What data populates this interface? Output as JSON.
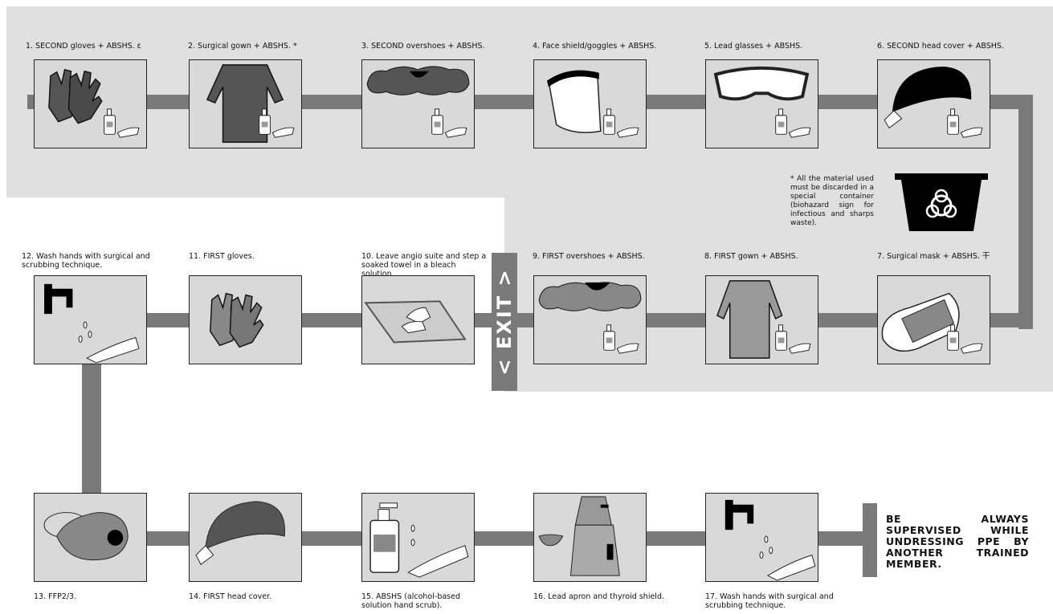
{
  "steps": [
    {
      "num": "1.",
      "label": "SECOND gloves + ABSHS. ε",
      "icon": "gloves-icon"
    },
    {
      "num": "2.",
      "label": "Surgical gown + ABSHS. *",
      "icon": "gown-icon"
    },
    {
      "num": "3.",
      "label": "SECOND overshoes + ABSHS.",
      "icon": "overshoes-icon"
    },
    {
      "num": "4.",
      "label": "Face shield/goggles + ABSHS.",
      "icon": "face-shield-icon"
    },
    {
      "num": "5.",
      "label": "Lead glasses + ABSHS.",
      "icon": "goggles-icon"
    },
    {
      "num": "6.",
      "label": "SECOND head cover + ABSHS.",
      "icon": "head-cover-icon"
    },
    {
      "num": "7.",
      "label": "Surgical mask + ABSHS. 干",
      "icon": "surgical-mask-icon"
    },
    {
      "num": "8.",
      "label": "FIRST gown + ABSHS.",
      "icon": "gown-icon"
    },
    {
      "num": "9.",
      "label": "FIRST overshoes + ABSHS.",
      "icon": "overshoes-icon"
    },
    {
      "num": "10.",
      "label": "Leave angio suite and step a soaked towel in a bleach solution.",
      "icon": "towel-icon"
    },
    {
      "num": "11.",
      "label": "FIRST gloves.",
      "icon": "gloves-icon"
    },
    {
      "num": "12.",
      "label": "Wash hands with surgical and scrubbing technique.",
      "icon": "faucet-icon"
    },
    {
      "num": "13.",
      "label": "FFP2/3.",
      "icon": "respirator-icon"
    },
    {
      "num": "14.",
      "label": "FIRST head cover.",
      "icon": "head-cover-icon"
    },
    {
      "num": "15.",
      "label": "ABSHS (alcohol-based solution hand scrub).",
      "icon": "hand-sanitizer-icon"
    },
    {
      "num": "16.",
      "label": "Lead apron and thyroid shield.",
      "icon": "lead-apron-icon"
    },
    {
      "num": "17.",
      "label": "Wash hands with surgical and scrubbing technique.",
      "icon": "faucet-icon"
    }
  ],
  "note": "* All the material used must be discarded in a special container (biohazard sign for infectious and sharps waste).",
  "exit_label": "< EXIT >",
  "warning": "BE ALWAYS SUPERVISED WHILE UNDRESSING PPE BY ANOTHER TRAINED MEMBER.",
  "colors": {
    "pipe": "#7a7a7a",
    "zone": "#e0e0e0",
    "box": "#d9d9d9"
  }
}
